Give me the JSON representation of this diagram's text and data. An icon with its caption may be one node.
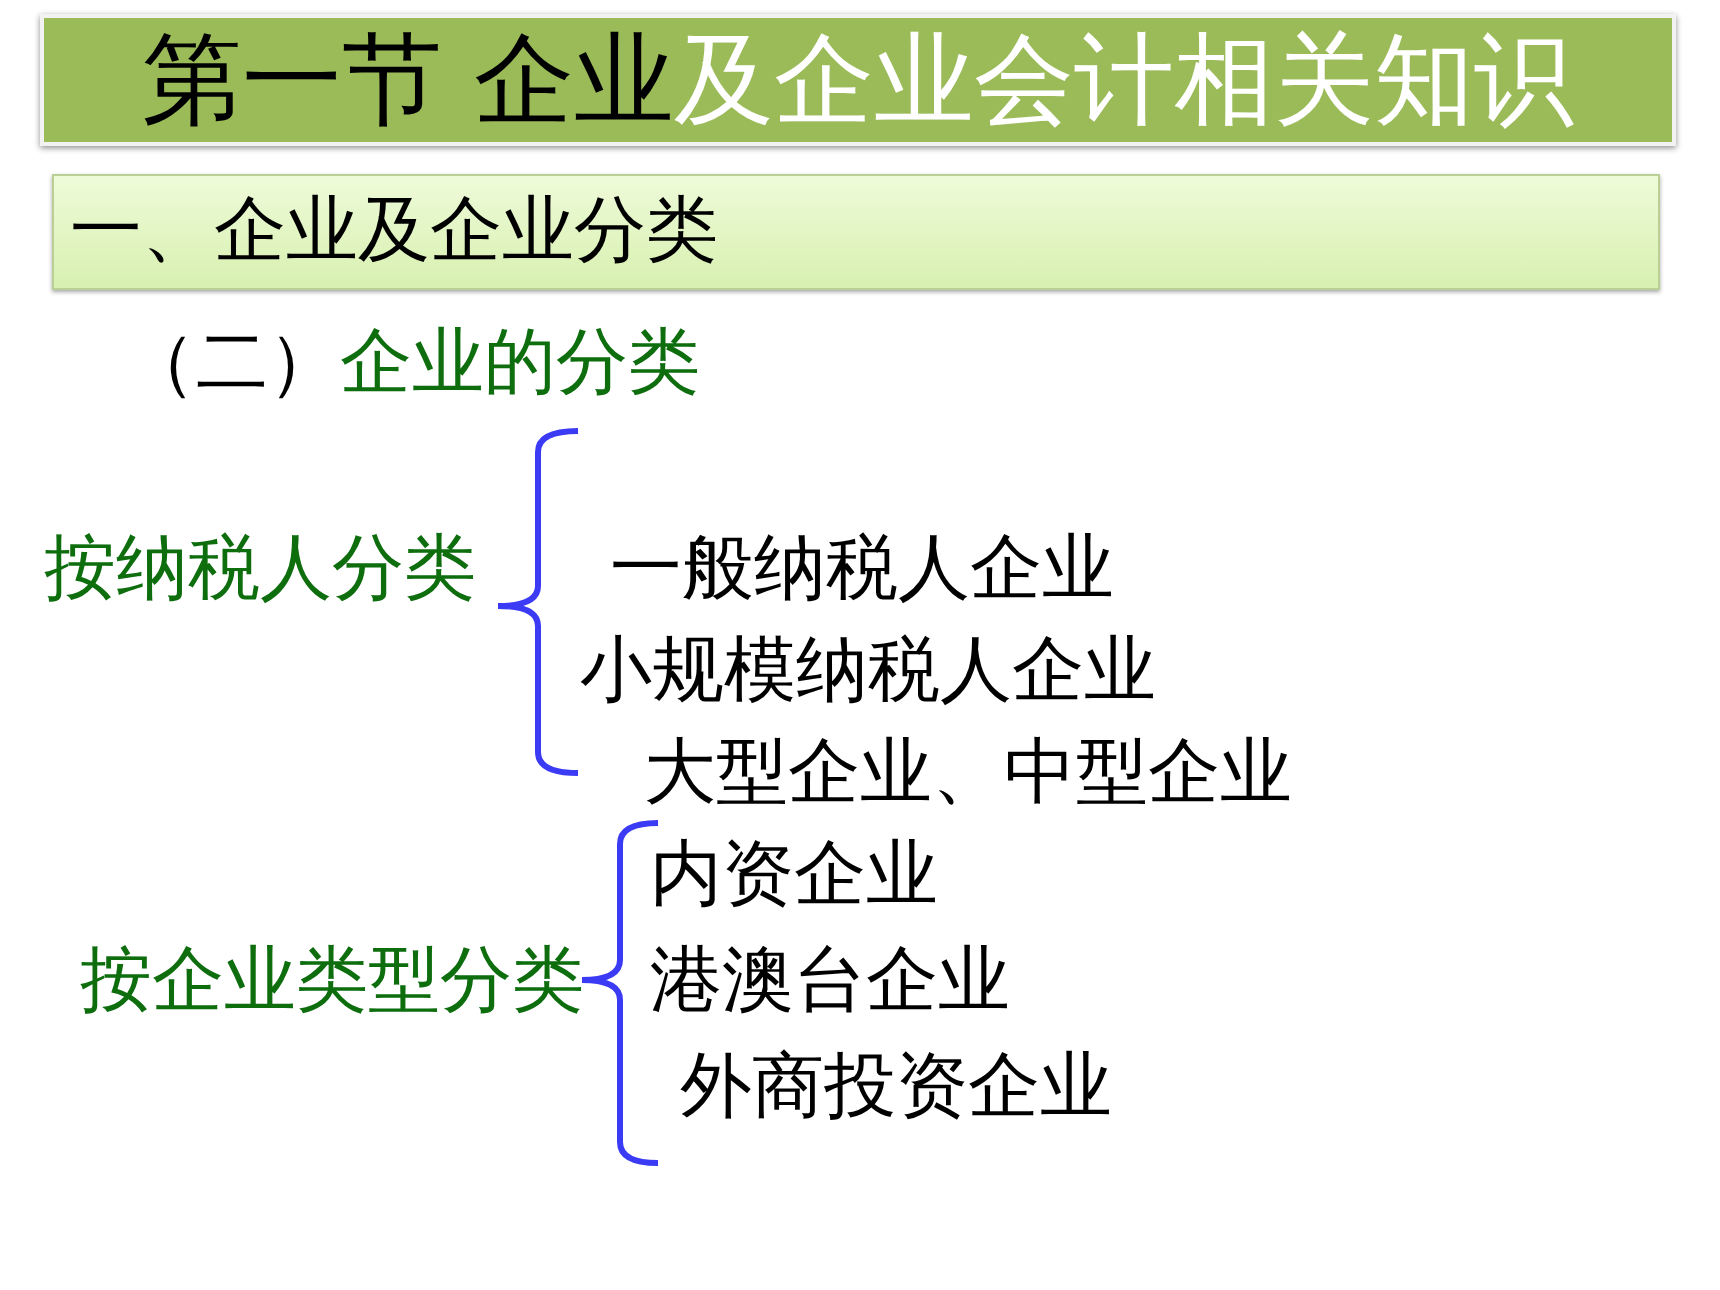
{
  "diagram": {
    "title": "第一节 企业及企业会计相关知识",
    "nodes": [
      {
        "text": [
          "一、企业及企业分类"
        ]
      }
    ],
    "labels": [
      "（二）企业的分类",
      "按纳税人分类",
      "一般纳税人企业",
      "小规模纳税人企业",
      "大型企业、中型企业",
      "内资企业",
      "按企业类型分类",
      "港澳台企业",
      "外商投资企业"
    ]
  }
}
